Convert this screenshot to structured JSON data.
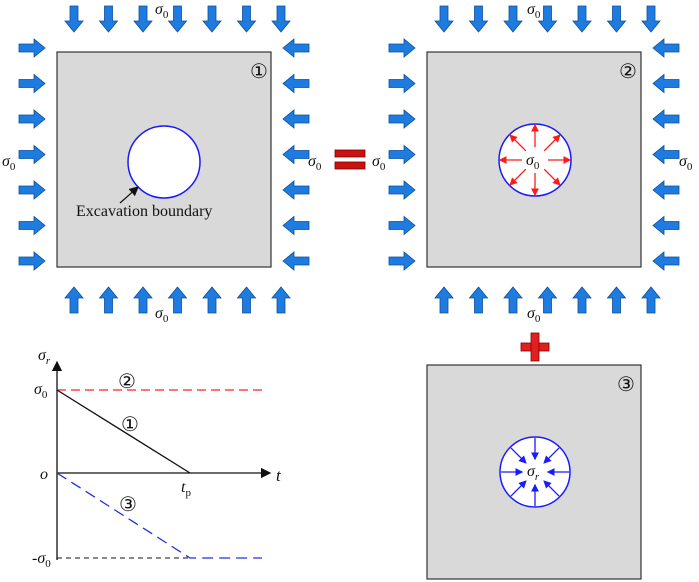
{
  "colors": {
    "panel_fill": "#d9d9d9",
    "panel_stroke": "#333333",
    "load_arrow": "#1e7be0",
    "load_arrow_stroke": "#0d4f9c",
    "hole_outline": "#1a1aff",
    "inner_arrow_red": "#ff1a1a",
    "inner_arrow_blue": "#1a1aff",
    "equals_sign": "#cc1111",
    "plus_sign": "#e02020",
    "curve_2": "#ff2020",
    "curve_1": "#111111",
    "curve_3": "#2233dd",
    "minus_ref_line": "#111111"
  },
  "panel1": {
    "number": "①",
    "load_label": "σ",
    "load_sub": "0",
    "callout": "Excavation boundary"
  },
  "panel2": {
    "number": "②",
    "load_label": "σ",
    "load_sub": "0",
    "inner_label": "σ",
    "inner_sub": "0"
  },
  "panel3": {
    "number": "③",
    "inner_label": "σ",
    "inner_sub": "r"
  },
  "operators": {
    "equals": "=",
    "plus": "+"
  },
  "graph": {
    "y_axis_label": "σ",
    "y_axis_sub": "r",
    "x_axis_label": "t",
    "origin_label": "o",
    "tp_label": "t",
    "tp_sub": "p",
    "sigma0_tick": "σ",
    "sigma0_sub": "0",
    "neg_sigma0_prefix": "-σ",
    "neg_sigma0_sub": "0",
    "curve_labels": [
      "②",
      "①",
      "③"
    ]
  }
}
